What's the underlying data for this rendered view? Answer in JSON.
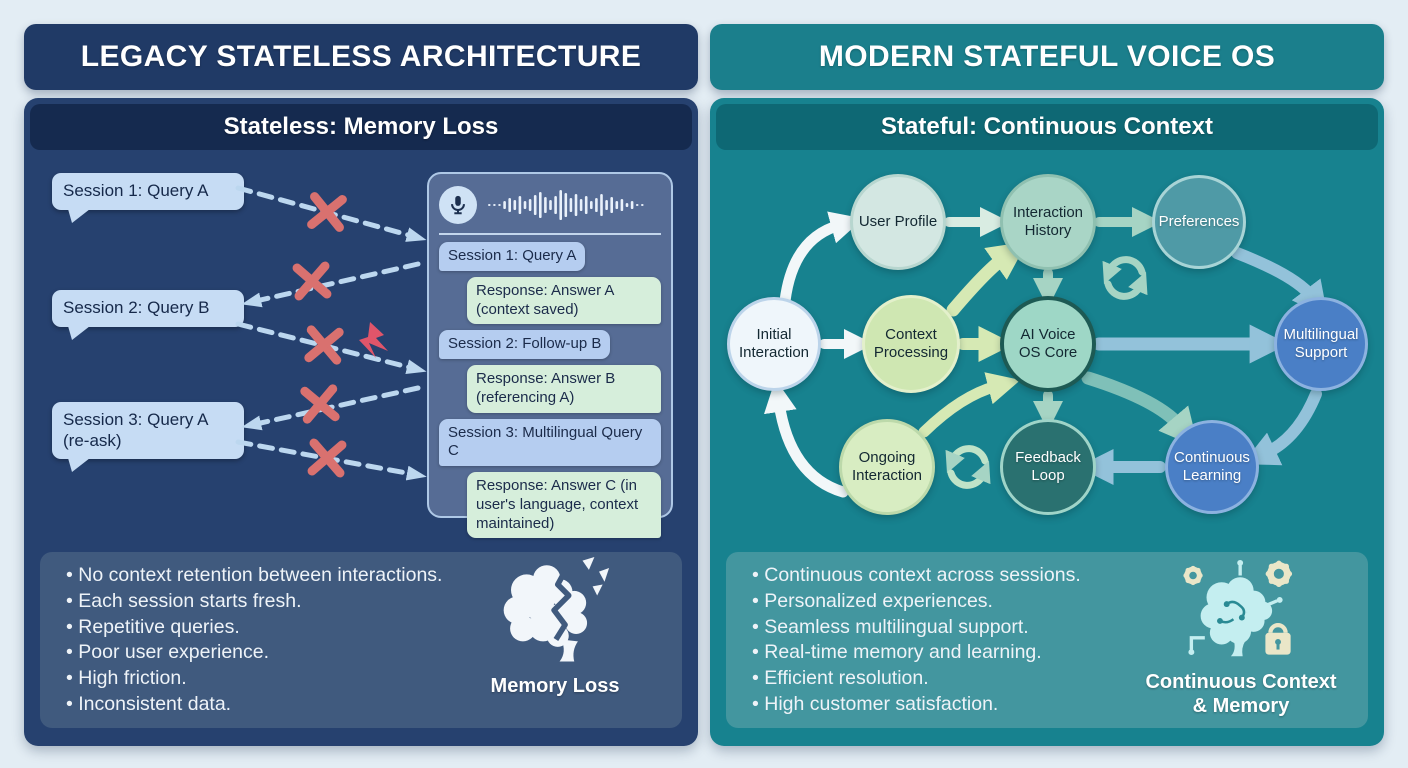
{
  "left_panel": {
    "header": "LEGACY STATELESS ARCHITECTURE",
    "subheader": "Stateless: Memory Loss",
    "session_bubbles": [
      "Session 1: Query A",
      "Session 2: Query B",
      "Session 3: Query A (re-ask)"
    ],
    "chat_messages": [
      {
        "role": "query",
        "text": "Session 1: Query A"
      },
      {
        "role": "response",
        "text": "Response: Answer A (context saved)"
      },
      {
        "role": "query",
        "text": "Session 2: Follow-up B"
      },
      {
        "role": "response",
        "text": "Response: Answer B (referencing A)"
      },
      {
        "role": "query",
        "text": "Session 3: Multilingual Query C"
      },
      {
        "role": "response",
        "text": "Response: Answer C (in user's language, context maintained)"
      }
    ],
    "bullets": [
      "No context retention between interactions.",
      "Each session starts fresh.",
      "Repetitive queries.",
      "Poor user experience.",
      "High friction.",
      "Inconsistent data."
    ],
    "icon_caption": "Memory Loss"
  },
  "right_panel": {
    "header": "MODERN STATEFUL VOICE OS",
    "subheader": "Stateful: Continuous Context",
    "nodes": [
      {
        "id": "initial-interaction",
        "label": "Initial Interaction"
      },
      {
        "id": "user-profile",
        "label": "User Profile"
      },
      {
        "id": "interaction-history",
        "label": "Interaction History"
      },
      {
        "id": "preferences",
        "label": "Preferences"
      },
      {
        "id": "context-processing",
        "label": "Context Processing"
      },
      {
        "id": "ai-voice-os-core",
        "label": "AI Voice OS Core"
      },
      {
        "id": "multilingual-support",
        "label": "Multilingual Support"
      },
      {
        "id": "ongoing-interaction",
        "label": "Ongoing Interaction"
      },
      {
        "id": "feedback-loop",
        "label": "Feedback Loop"
      },
      {
        "id": "continuous-learning",
        "label": "Continuous Learning"
      }
    ],
    "bullets": [
      "Continuous context across sessions.",
      "Personalized experiences.",
      "Seamless multilingual support.",
      "Real-time memory and learning.",
      "Efficient resolution.",
      "High customer satisfaction."
    ],
    "icon_caption": "Continuous Context & Memory"
  },
  "icons": {
    "microphone": "microphone-icon",
    "waveform": "waveform-icon",
    "x_mark": "x-mark-icon",
    "lightning": "lightning-bolt-icon",
    "broken_brain": "broken-brain-icon",
    "brain_circuit": "brain-circuit-gears-lock-icon",
    "sync": "sync-arrows-icon"
  },
  "colors": {
    "page_bg": "#e3edf4",
    "left_header_bg": "#203a66",
    "left_panel_bg": "#26416f",
    "left_subheader_bg": "#152a4f",
    "left_infobox_bg": "#405a7e",
    "right_header_bg": "#1b7f8c",
    "right_panel_bg": "#17828f",
    "right_subheader_bg": "#0e6874",
    "right_infobox_bg": "#43969f",
    "session_bubble": "#c6dcf4",
    "query_bubble": "#b5cdf0",
    "response_bubble": "#d6eedb",
    "error_x": "#d9716f",
    "lightning_bolt": "#e0556a",
    "node_core_border": "#1d5a54",
    "node_blue": "#4a7fc6"
  }
}
